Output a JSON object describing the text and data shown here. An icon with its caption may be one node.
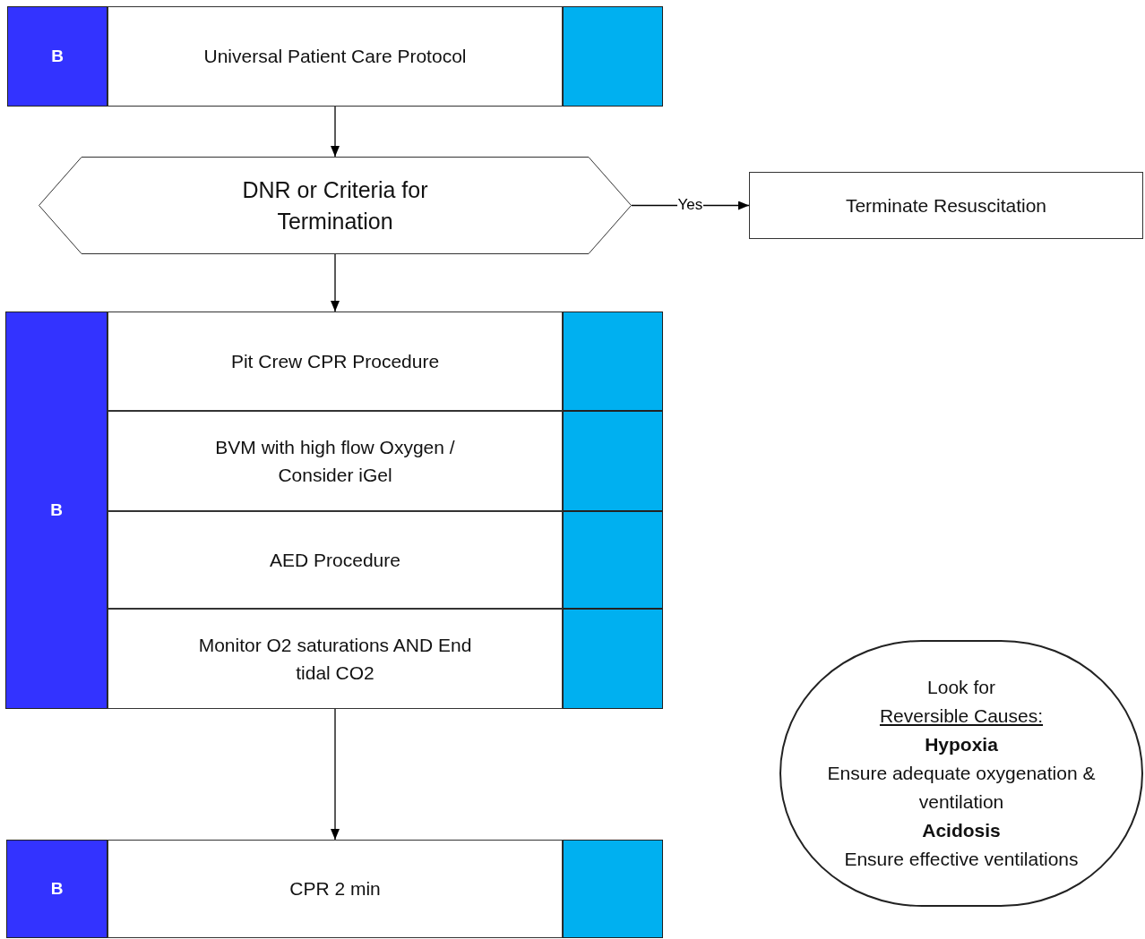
{
  "diagram": {
    "nodes": [
      {
        "text": [
          "B"
        ]
      },
      {
        "text": [
          "Universal Patient Care Protocol"
        ]
      },
      {
        "text": [],
        "shape": "box"
      },
      {
        "text": [
          "DNR or Criteria for Termination"
        ]
      },
      {
        "text": [
          "Terminate Resuscitation"
        ]
      },
      {
        "text": [
          "B"
        ]
      },
      {
        "text": [
          "Pit Crew CPR Procedure"
        ]
      },
      {
        "text": [],
        "shape": "box"
      },
      {
        "text": [
          "BVM with high flow Oxygen / Consider iGel"
        ]
      },
      {
        "text": [],
        "shape": "box"
      },
      {
        "text": [
          "AED Procedure"
        ]
      },
      {
        "text": [],
        "shape": "box"
      },
      {
        "text": [
          "Monitor O2 saturations AND End tidal CO2"
        ]
      },
      {
        "text": [],
        "shape": "box"
      },
      {
        "text": [
          "B"
        ]
      },
      {
        "text": [
          "CPR 2 min"
        ]
      },
      {
        "text": [],
        "shape": "box"
      },
      {
        "text": [
          "Look for",
          "Reversible Causes:",
          "Hypoxia",
          "Ensure adequate oxygenation & ventilation",
          "Acidosis",
          "Ensure effective ventilations"
        ]
      }
    ],
    "edges": [
      {
        "from": 1,
        "to": 3,
        "arrow": "to"
      },
      {
        "from": 3,
        "to": 4,
        "arrow": "to",
        "label": "Yes"
      },
      {
        "from": 3,
        "to": 6,
        "arrow": "to"
      },
      {
        "from": 12,
        "to": 15,
        "arrow": "to"
      }
    ]
  }
}
